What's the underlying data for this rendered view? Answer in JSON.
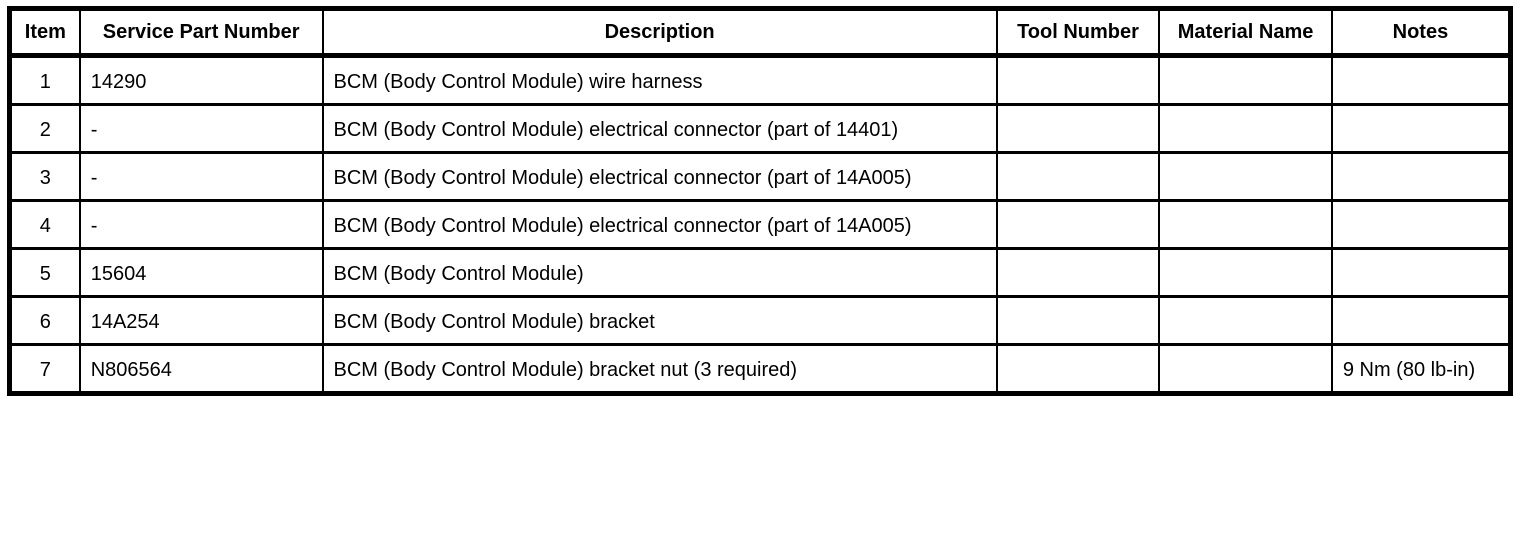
{
  "table": {
    "columns": {
      "item": "Item",
      "service_part_number": "Service Part Number",
      "description": "Description",
      "tool_number": "Tool Number",
      "material_name": "Material Name",
      "notes": "Notes"
    },
    "rows": [
      {
        "item": "1",
        "service_part_number": "14290",
        "description": "BCM (Body Control Module) wire harness",
        "tool_number": "",
        "material_name": "",
        "notes": ""
      },
      {
        "item": "2",
        "service_part_number": "-",
        "description": "BCM (Body Control Module) electrical connector (part of 14401)",
        "tool_number": "",
        "material_name": "",
        "notes": ""
      },
      {
        "item": "3",
        "service_part_number": "-",
        "description": "BCM (Body Control Module) electrical connector (part of 14A005)",
        "tool_number": "",
        "material_name": "",
        "notes": ""
      },
      {
        "item": "4",
        "service_part_number": "-",
        "description": "BCM (Body Control Module) electrical connector (part of 14A005)",
        "tool_number": "",
        "material_name": "",
        "notes": ""
      },
      {
        "item": "5",
        "service_part_number": "15604",
        "description": "BCM (Body Control Module)",
        "tool_number": "",
        "material_name": "",
        "notes": ""
      },
      {
        "item": "6",
        "service_part_number": "14A254",
        "description": "BCM (Body Control Module) bracket",
        "tool_number": "",
        "material_name": "",
        "notes": ""
      },
      {
        "item": "7",
        "service_part_number": "N806564",
        "description": "BCM (Body Control Module) bracket nut (3 required)",
        "tool_number": "",
        "material_name": "",
        "notes": "9 Nm (80 lb-in)"
      }
    ]
  }
}
